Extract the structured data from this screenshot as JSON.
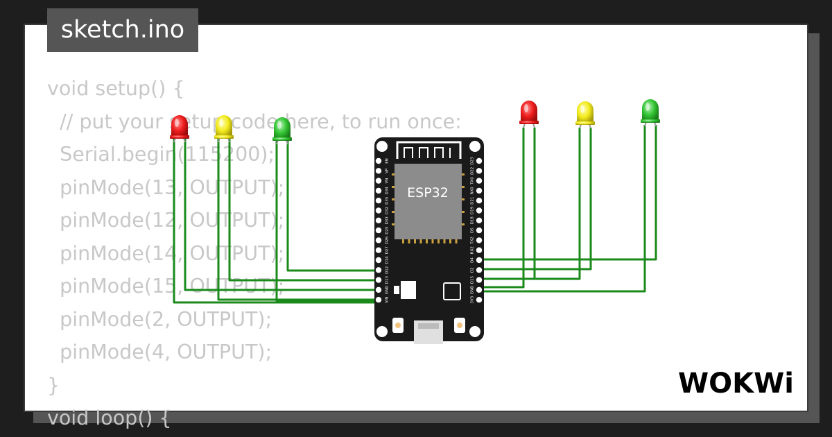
{
  "tab": {
    "filename": "sketch.ino"
  },
  "code_lines": [
    "void setup() {",
    "  // put your setup code here, to run once:",
    "  Serial.begin(115200);",
    "  pinMode(13, OUTPUT);",
    "  pinMode(12, OUTPUT);",
    "  pinMode(14, OUTPUT);",
    "  pinMode(15, OUTPUT);",
    "  pinMode(2, OUTPUT);",
    "  pinMode(4, OUTPUT);",
    "}",
    "void loop() {"
  ],
  "board": {
    "label": "ESP32",
    "left_pins": [
      "EN",
      "VP",
      "VN",
      "D34",
      "D35",
      "D32",
      "D33",
      "D25",
      "D26",
      "D27",
      "D14",
      "D12",
      "D13",
      "GND",
      "VIN"
    ],
    "right_pins": [
      "D23",
      "D22",
      "TX0",
      "RX0",
      "D21",
      "D19",
      "D18",
      "D5",
      "TX2",
      "RX2",
      "D4",
      "D2",
      "D15",
      "GND",
      "3V3"
    ]
  },
  "leds": [
    {
      "color": "red",
      "name": "led-red-left"
    },
    {
      "color": "yellow",
      "name": "led-yellow-left"
    },
    {
      "color": "green",
      "name": "led-green-left"
    },
    {
      "color": "red",
      "name": "led-red-right"
    },
    {
      "color": "yellow",
      "name": "led-yellow-right"
    },
    {
      "color": "green",
      "name": "led-green-right"
    }
  ],
  "logo": "WOKWi",
  "colors": {
    "background": "#1e1e1e",
    "card": "#ffffff",
    "tab": "#555555",
    "code_text": "#c8c8c8",
    "wire": "#1a8a1a",
    "board": "#1a1a1a",
    "chip": "#8c8c8c"
  }
}
